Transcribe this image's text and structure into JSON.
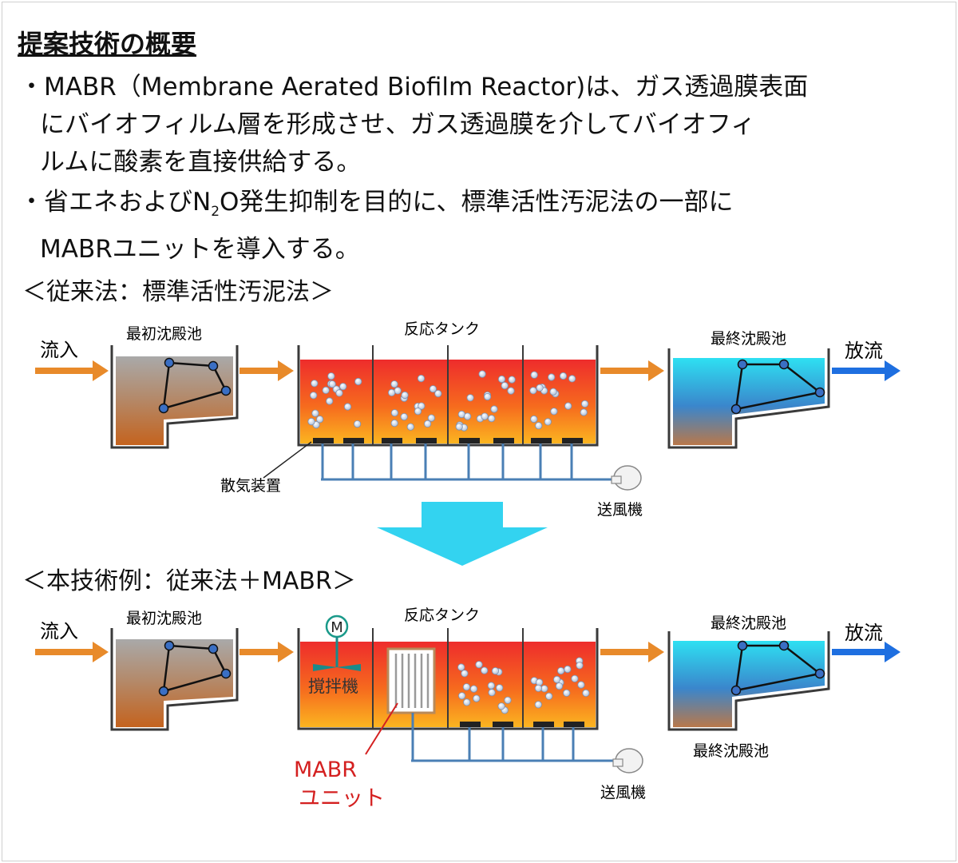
{
  "title": "提案技術の概要",
  "bullets": [
    {
      "lines": [
        "・MABR（Membrane Aerated Biofilm Reactor)は、ガス透過膜表面",
        "にバイオフィルム層を形成させ、ガス透過膜を介してバイオフィ",
        "ルムに酸素を直接供給する。"
      ]
    },
    {
      "line1_pre": "・省エネおよびN",
      "line1_sub": "2",
      "line1_post": "O発生抑制を目的に、標準活性汚泥法の一部に",
      "line2": "MABRユニットを導入する。"
    }
  ],
  "conventional": {
    "heading": "＜従来法：標準活性汚泥法＞",
    "inflow": "流入",
    "primary_clarifier": "最初沈殿池",
    "reaction_tank": "反応タンク",
    "final_clarifier": "最終沈殿池",
    "discharge": "放流",
    "diffuser": "散気装置",
    "blower": "送風機"
  },
  "proposed": {
    "heading": "＜本技術例：従来法＋MABR＞",
    "inflow": "流入",
    "primary_clarifier": "最初沈殿池",
    "reaction_tank": "反応タンク",
    "final_clarifier_top": "最終沈殿池",
    "final_clarifier_bottom": "最終沈殿池",
    "discharge": "放流",
    "motor": "M",
    "mixer": "撹拌機",
    "mabr_unit_line1": "MABR",
    "mabr_unit_line2": "ユニット",
    "blower": "送風機"
  },
  "colors": {
    "flow_arrow": "#e88a2a",
    "discharge_arrow": "#1e6fe0",
    "pipe": "#4a7fb5",
    "transition_arrow": "#33d3f0",
    "mabr_label": "#d42020"
  }
}
